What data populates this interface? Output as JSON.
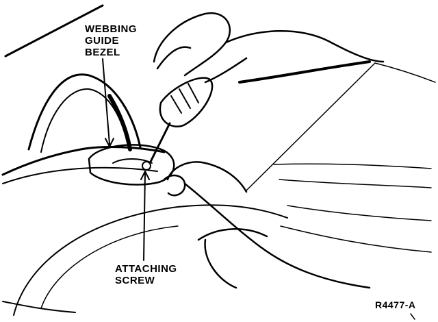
{
  "labels": {
    "webbing_guide_bezel": [
      "WEBBING",
      "GUIDE",
      "BEZEL"
    ],
    "attaching_screw": [
      "ATTACHING",
      "SCREW"
    ],
    "figure_code": "R4477-A"
  },
  "colors": {
    "ink": "#000000",
    "paper": "#ffffff"
  }
}
